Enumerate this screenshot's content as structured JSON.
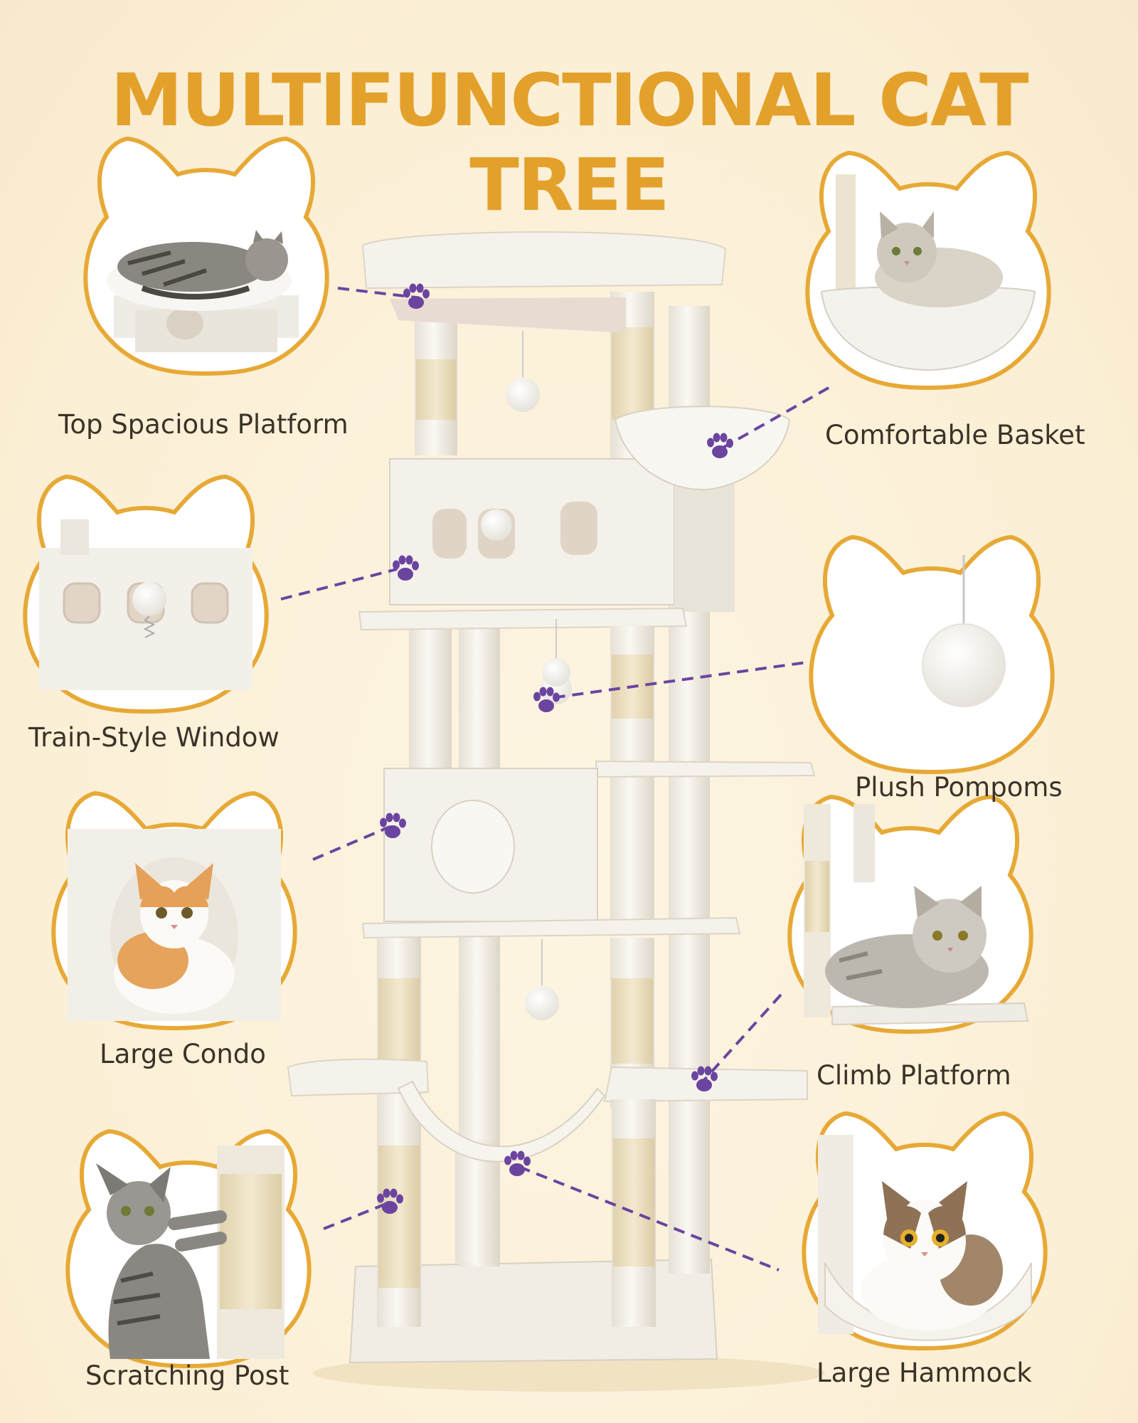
{
  "title": "MULTIFUNCTIONAL CAT TREE",
  "colors": {
    "background": "#fbf0d8",
    "title": "#e3a12b",
    "badge_border": "#e7a936",
    "connector": "#6b44a0",
    "paw": "#6b44a0",
    "plush": "#f4f0e8",
    "sisal": "#ece0c2",
    "label_text": "#3b3328"
  },
  "features": [
    {
      "id": "top-spacious-platform",
      "label": "Top Spacious Platform",
      "icon": "cat-on-platform"
    },
    {
      "id": "comfortable-basket",
      "label": "Comfortable Basket",
      "icon": "cat-in-basket"
    },
    {
      "id": "train-style-window",
      "label": "Train-Style Window",
      "icon": "condo-windows"
    },
    {
      "id": "plush-pompoms",
      "label": "Plush Pompoms",
      "icon": "pompom-ball"
    },
    {
      "id": "large-condo",
      "label": "Large Condo",
      "icon": "cat-in-condo"
    },
    {
      "id": "climb-platform",
      "label": "Climb Platform",
      "icon": "cat-on-platform"
    },
    {
      "id": "scratching-post",
      "label": "Scratching Post",
      "icon": "cat-scratching"
    },
    {
      "id": "large-hammock",
      "label": "Large Hammock",
      "icon": "cat-in-hammock"
    }
  ]
}
